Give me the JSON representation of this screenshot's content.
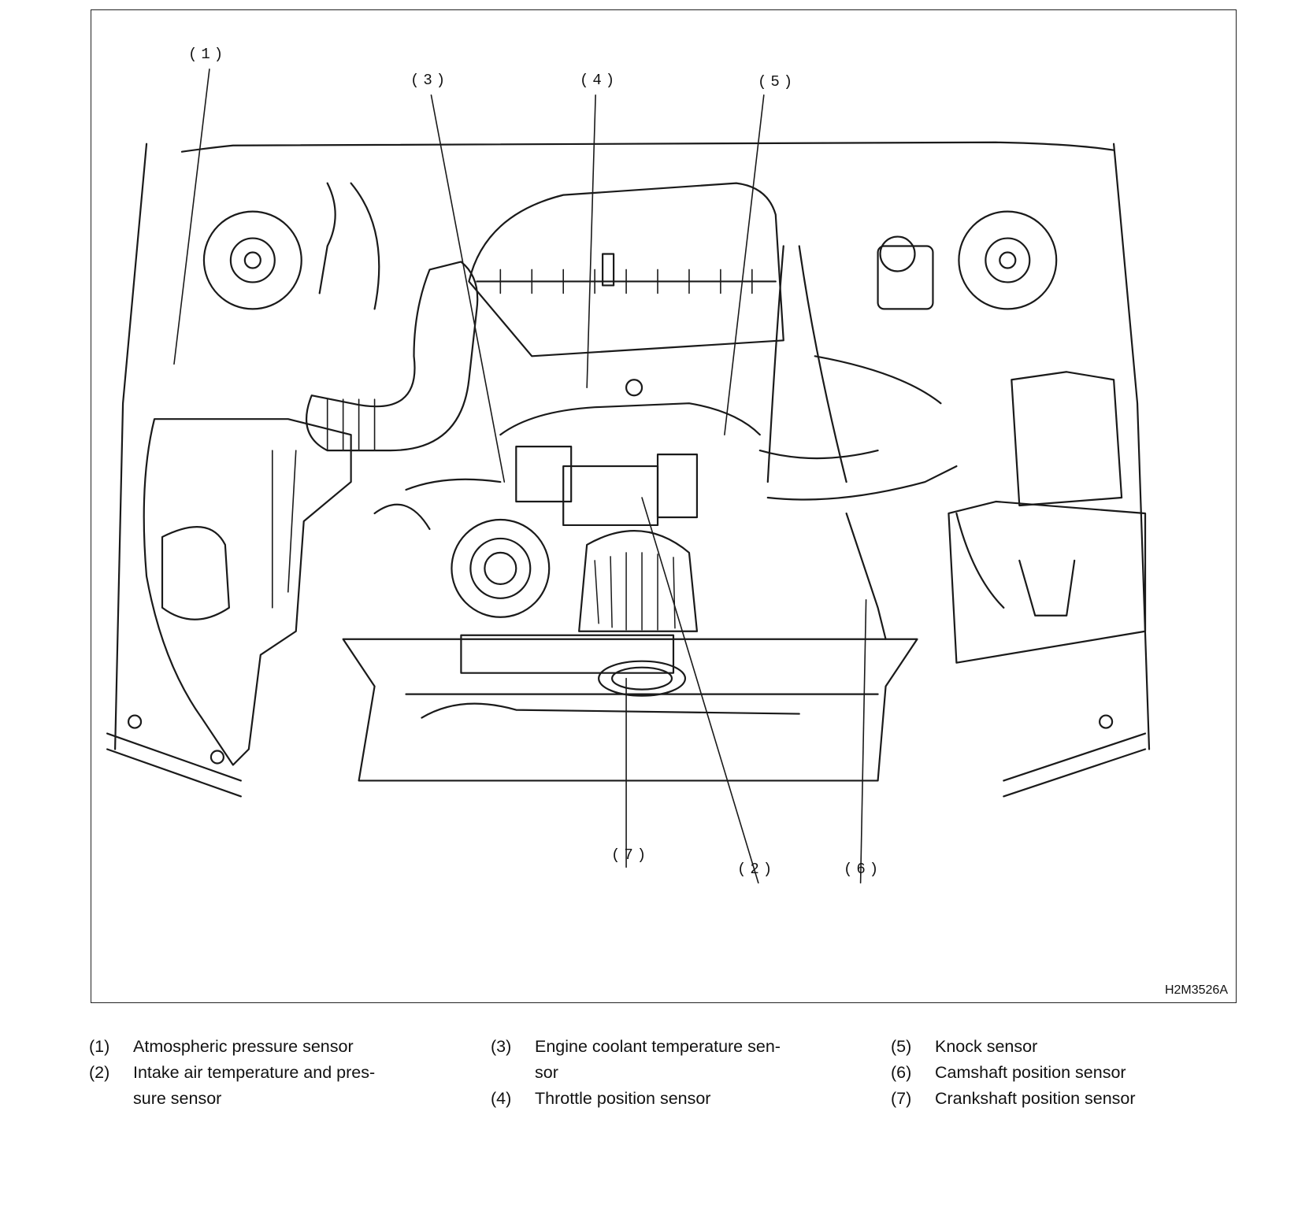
{
  "figure": {
    "code": "H2M3526A",
    "callouts": [
      {
        "num": "(1)"
      },
      {
        "num": "(3)"
      },
      {
        "num": "(4)"
      },
      {
        "num": "(5)"
      },
      {
        "num": "(7)"
      },
      {
        "num": "(2)"
      },
      {
        "num": "(6)"
      }
    ]
  },
  "legend": {
    "col1": [
      {
        "num": "(1)",
        "text": "Atmospheric pressure sensor"
      },
      {
        "num": "(2)",
        "text": "Intake air temperature and pres-\nsure sensor"
      }
    ],
    "col2": [
      {
        "num": "(3)",
        "text": "Engine coolant temperature sen-\nsor"
      },
      {
        "num": "(4)",
        "text": "Throttle position sensor"
      }
    ],
    "col3": [
      {
        "num": "(5)",
        "text": "Knock sensor"
      },
      {
        "num": "(6)",
        "text": "Camshaft position sensor"
      },
      {
        "num": "(7)",
        "text": "Crankshaft position sensor"
      }
    ]
  }
}
